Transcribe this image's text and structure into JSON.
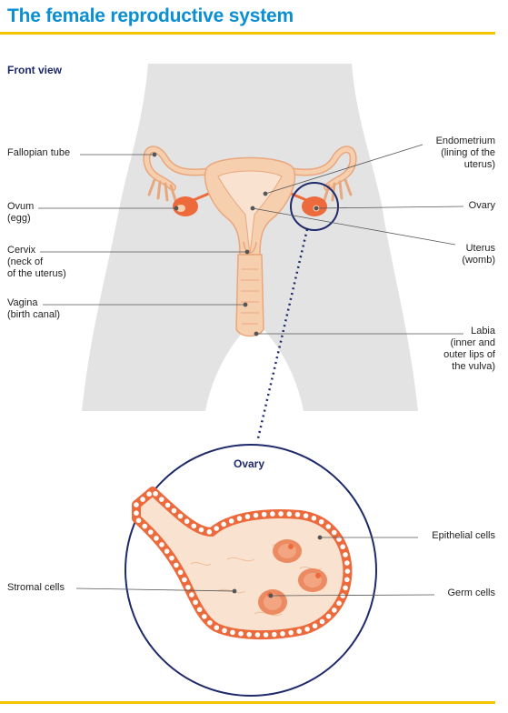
{
  "title": "The female reproductive system",
  "subtitle": "Front view",
  "labels": {
    "fallopian_tube": "Fallopian tube",
    "ovum": [
      "Ovum",
      "(egg)"
    ],
    "cervix": [
      "Cervix",
      "(neck of",
      "of the uterus)"
    ],
    "vagina": [
      "Vagina",
      "(birth canal)"
    ],
    "endometrium": [
      "Endometrium",
      "(lining of the",
      "uterus)"
    ],
    "ovary": "Ovary",
    "uterus": [
      "Uterus",
      "(womb)"
    ],
    "labia": [
      "Labia",
      "(inner and",
      "outer lips of",
      "the vulva)"
    ]
  },
  "inset": {
    "title": "Ovary",
    "epithelial": "Epithelial cells",
    "stromal": "Stromal cells",
    "germ": "Germ cells"
  },
  "colors": {
    "title": "#0a8fd2",
    "rule": "#f4c400",
    "navy": "#1f2a6b",
    "body_silhouette": "#e3e3e3",
    "tissue": "#f6cfae",
    "tissue_outline": "#e9a77d",
    "ovary": "#ec6a3c"
  }
}
